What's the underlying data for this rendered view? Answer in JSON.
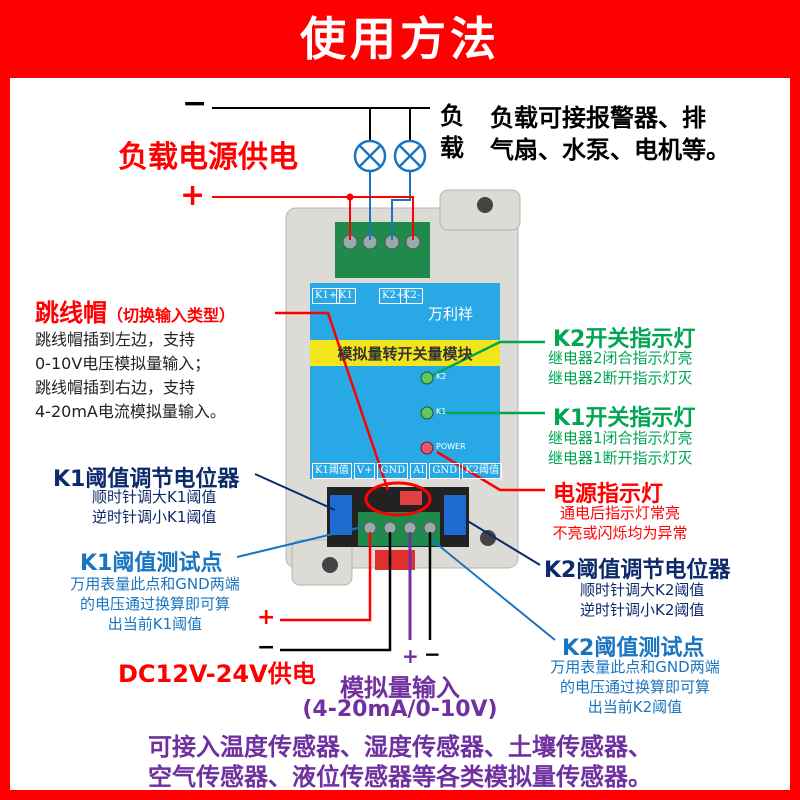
{
  "header": {
    "title": "使用方法"
  },
  "load": {
    "minus": "−",
    "plus": "+",
    "supply_label": "负载电源供电",
    "load_label": "负\n载",
    "load_char1": "负",
    "load_char2": "载",
    "desc_line1": "负载可接报警器、排",
    "desc_line2": "气扇、水泵、电机等。"
  },
  "module": {
    "brand": "万利祥",
    "title": "模拟量转开关量模块",
    "top_terminals": [
      "K1+",
      "K1",
      "K2+",
      "K2-"
    ],
    "bottom_terminals": [
      "K1阈值",
      "V+",
      "GND",
      "AI",
      "GND",
      "K2阈值"
    ],
    "leds": [
      "K2",
      "K1",
      "POWER"
    ]
  },
  "jumper": {
    "title": "跳线帽",
    "subtitle": "（切换输入类型）",
    "lines": [
      "跳线帽插到左边，支持",
      "0-10V电压模拟量输入；",
      "跳线帽插到右边，支持",
      "4-20mA电流模拟量输入。"
    ]
  },
  "k2_led": {
    "title": "K2开关指示灯",
    "lines": [
      "继电器2闭合指示灯亮",
      "继电器2断开指示灯灭"
    ]
  },
  "k1_led": {
    "title": "K1开关指示灯",
    "lines": [
      "继电器1闭合指示灯亮",
      "继电器1断开指示灯灭"
    ]
  },
  "power_led": {
    "title": "电源指示灯",
    "lines": [
      "通电后指示灯常亮",
      "不亮或闪烁均为异常"
    ]
  },
  "k1_pot": {
    "title": "K1阈值调节电位器",
    "lines": [
      "顺时针调大K1阈值",
      "逆时针调小K1阈值"
    ]
  },
  "k2_pot": {
    "title": "K2阈值调节电位器",
    "lines": [
      "顺时针调大K2阈值",
      "逆时针调小K2阈值"
    ]
  },
  "k1_test": {
    "title": "K1阈值测试点",
    "lines": [
      "万用表量此点和GND两端",
      "的电压通过换算即可算",
      "出当前K1阈值"
    ]
  },
  "k2_test": {
    "title": "K2阈值测试点",
    "lines": [
      "万用表量此点和GND两端",
      "的电压通过换算即可算",
      "出当前K2阈值"
    ]
  },
  "power": {
    "plus": "+",
    "minus": "−",
    "label": "DC12V-24V供电"
  },
  "analog": {
    "plus": "+",
    "minus": "−",
    "title": "模拟量输入",
    "range": "(4-20mA/0-10V)",
    "footer_line1": "可接入温度传感器、湿度传感器、土壤传感器、",
    "footer_line2": "空气传感器、液位传感器等各类模拟量传感器。"
  },
  "colors": {
    "red": "#ff0000",
    "green": "#00a651",
    "navy": "#0d2a6b",
    "blue": "#1a75c0",
    "purple": "#7030a0",
    "module_blue": "#29a8e6"
  }
}
